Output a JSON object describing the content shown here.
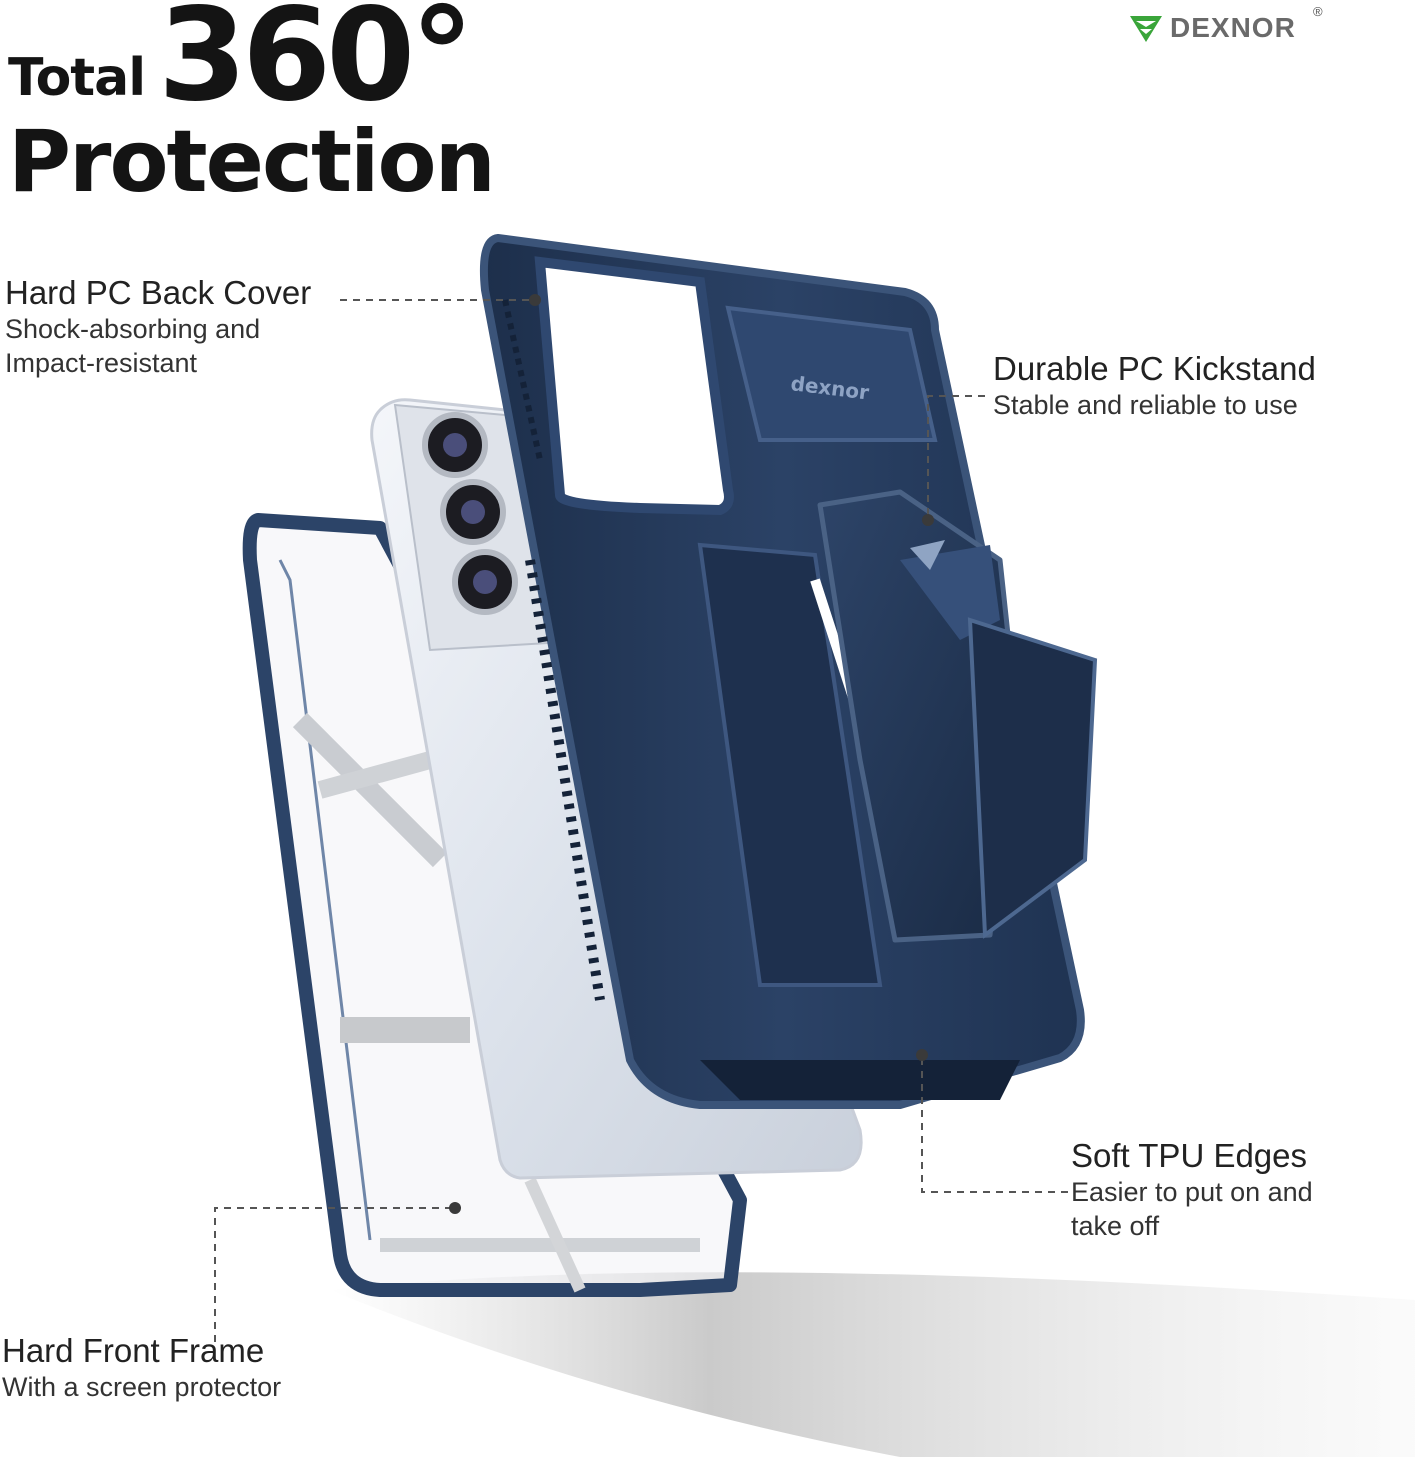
{
  "headline": {
    "total": "Total",
    "degrees": "360°",
    "protection": "Protection"
  },
  "brand": {
    "name": "DEXNOR",
    "registered": "®",
    "logo_icon": "dexnor-leaf-icon",
    "accent": "#3aa53a"
  },
  "callouts": {
    "back_cover": {
      "title": "Hard PC Back Cover",
      "lines": [
        "Shock-absorbing and",
        "Impact-resistant"
      ]
    },
    "kickstand": {
      "title": "Durable PC Kickstand",
      "lines": [
        "Stable and reliable to use"
      ]
    },
    "tpu_edges": {
      "title": "Soft TPU Edges",
      "lines": [
        "Easier to put on and",
        "take off"
      ]
    },
    "front_frame": {
      "title": "Hard Front Frame",
      "lines": [
        "With a screen protector"
      ]
    }
  },
  "colors": {
    "case_navy": "#243a5a",
    "case_highlight": "#4a6285",
    "phone_silver": "#e4e8ef",
    "leader_line": "#555555"
  }
}
